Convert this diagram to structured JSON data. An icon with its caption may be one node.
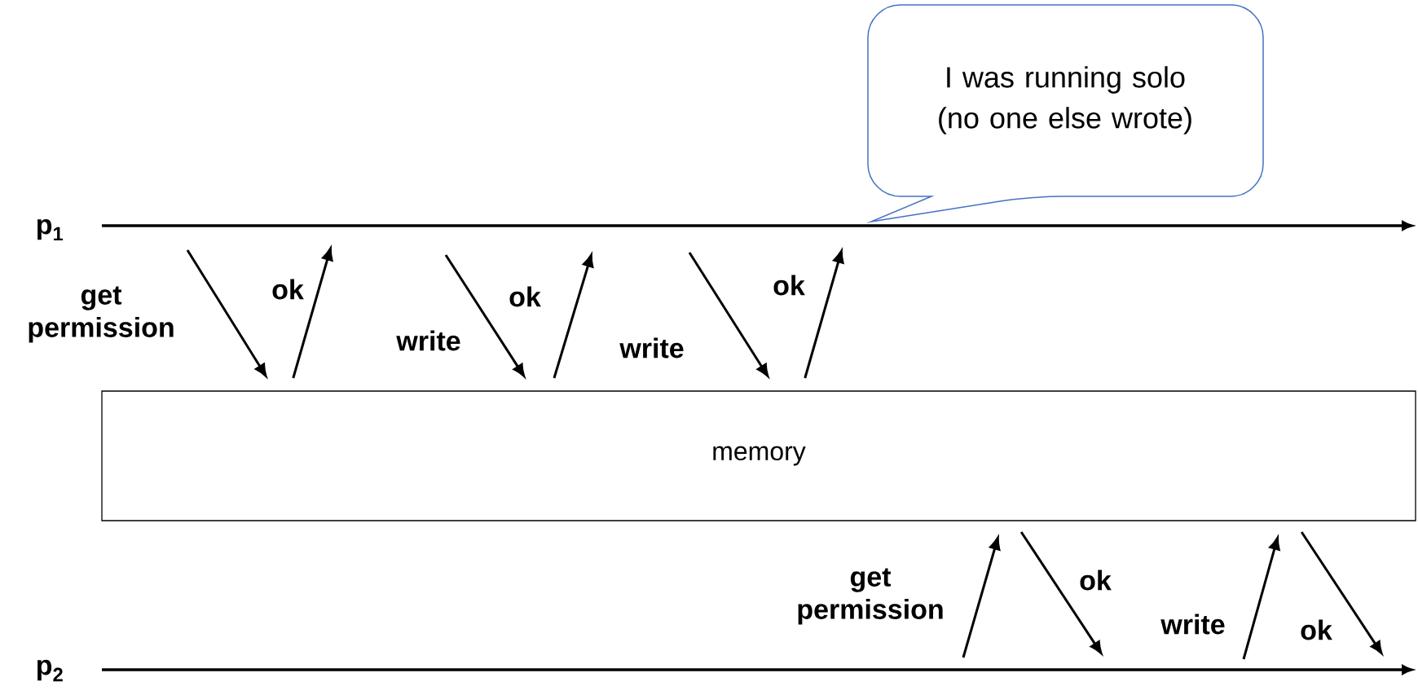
{
  "diagram": {
    "nodes": [
      {
        "text": [
          "I was running solo (no one else wrote)"
        ]
      },
      {
        "text": [
          "p$_{1}$"
        ]
      },
      {
        "text": [
          "memory"
        ]
      },
      {
        "text": [
          "p$_{2}$"
        ]
      }
    ],
    "edges": [
      {
        "from": null,
        "to": 2,
        "arrow": "to",
        "label": "get permission"
      },
      {
        "from": 2,
        "to": null,
        "arrow": "to",
        "label": "ok"
      },
      {
        "from": null,
        "to": 2,
        "arrow": "to",
        "label": "write"
      },
      {
        "from": 2,
        "to": null,
        "arrow": "to",
        "label": "ok"
      },
      {
        "from": null,
        "to": 2,
        "arrow": "to",
        "label": "write"
      },
      {
        "from": 2,
        "to": null,
        "arrow": "to",
        "label": "ok"
      },
      {
        "from": null,
        "to": 2,
        "arrow": "to",
        "label": "get permission"
      },
      {
        "from": 2,
        "to": null,
        "arrow": "to",
        "label": "ok"
      },
      {
        "from": null,
        "to": 2,
        "arrow": "to",
        "label": "write"
      },
      {
        "from": 2,
        "to": null,
        "arrow": "to",
        "label": "ok"
      }
    ]
  }
}
